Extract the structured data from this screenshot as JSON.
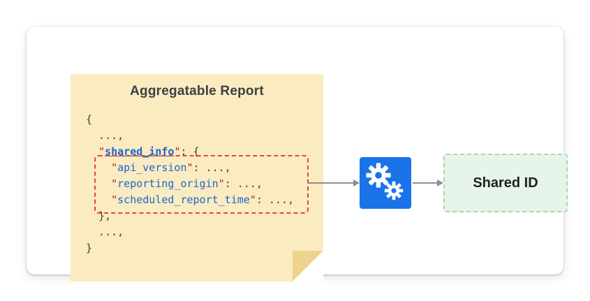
{
  "note": {
    "title": "Aggregatable Report",
    "code": {
      "open_brace": "{",
      "ellipsis_top": "  ...,",
      "shared_info_line": {
        "pre": "  ",
        "q1": "\"",
        "key": "shared_info",
        "q2": "\"",
        "post": ": {"
      },
      "fields": [
        {
          "pre": "    ",
          "q1": "\"",
          "key": "api_version",
          "q2": "\"",
          "post": ": ...,"
        },
        {
          "pre": "    ",
          "q1": "\"",
          "key": "reporting_origin",
          "q2": "\"",
          "post": ": ...,"
        },
        {
          "pre": "    ",
          "q1": "\"",
          "key": "scheduled_report_time",
          "q2": "\"",
          "post": ": ...,"
        }
      ],
      "close_inner": "  },",
      "ellipsis_bottom": "  ...,",
      "close_brace": "}"
    }
  },
  "processor": {
    "icon": "gears-icon"
  },
  "output": {
    "label": "Shared ID"
  },
  "colors": {
    "note_bg": "#FAEBC0",
    "highlight_red": "#EA4335",
    "processor_blue": "#1A73E8",
    "output_bg": "#E6F4EA",
    "output_border": "#A8D5B0",
    "key_blue": "#1967D2",
    "quote_red": "#C5221F",
    "arrow_gray": "#8A8F94"
  }
}
